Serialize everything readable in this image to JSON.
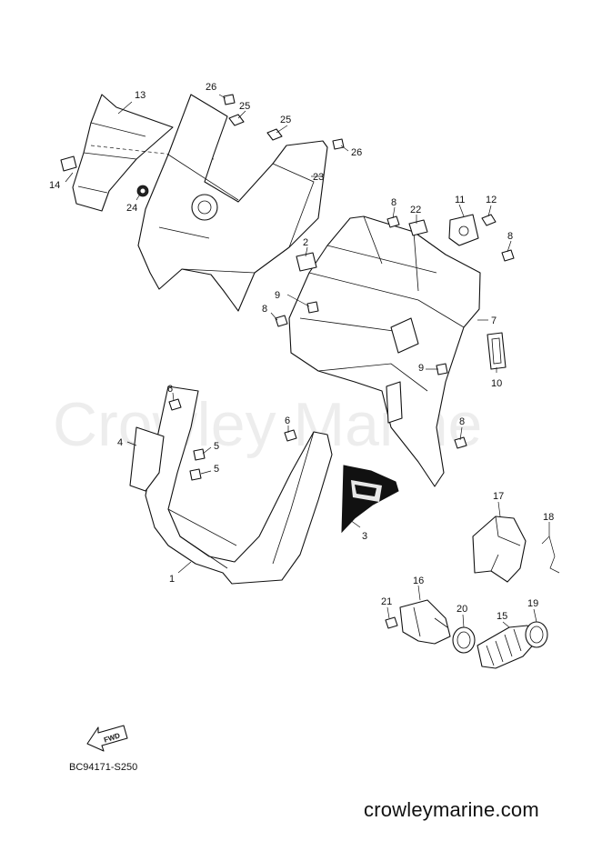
{
  "watermark": "Crowley Marine",
  "footer_site": "crowleymarine.com",
  "diagram_code": "BC94171-S250",
  "fwd_label": "FWD",
  "callouts": [
    "1",
    "2",
    "3",
    "4",
    "5",
    "5",
    "6",
    "6",
    "7",
    "8",
    "8",
    "8",
    "8",
    "9",
    "9",
    "10",
    "11",
    "12",
    "13",
    "14",
    "15",
    "16",
    "17",
    "18",
    "19",
    "20",
    "21",
    "22",
    "23",
    "24",
    "25",
    "25",
    "26",
    "26"
  ]
}
